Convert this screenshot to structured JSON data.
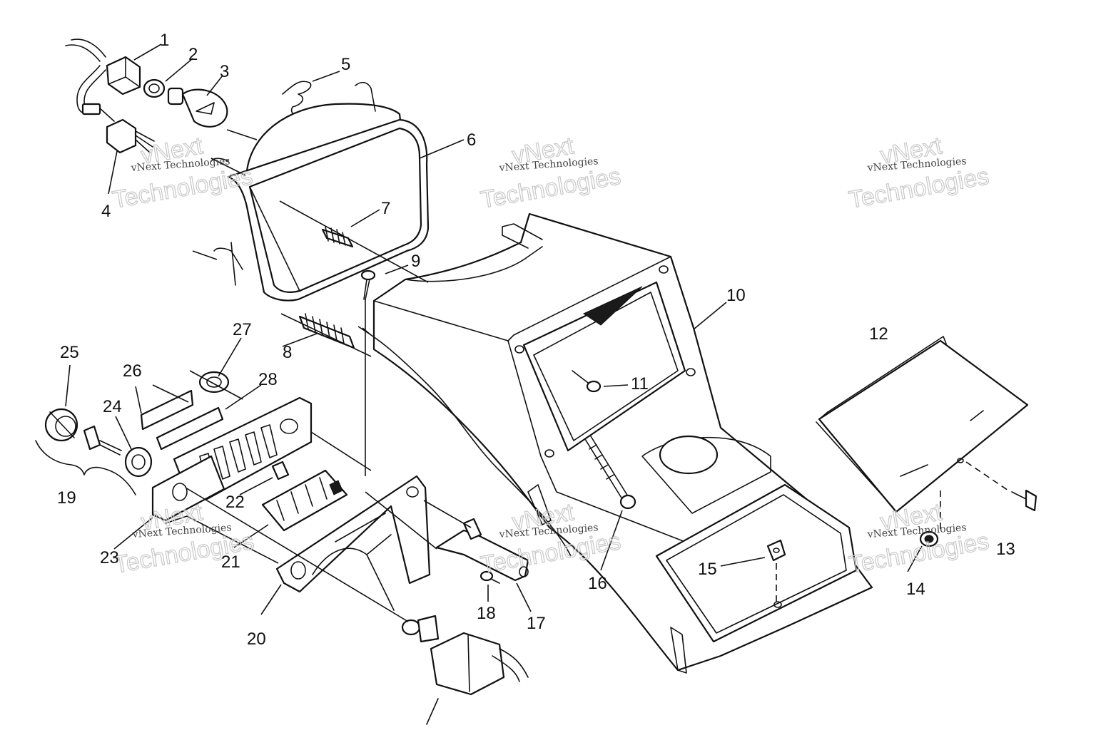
{
  "callouts": [
    "1",
    "2",
    "3",
    "4",
    "5",
    "6",
    "7",
    "8",
    "9",
    "10",
    "11",
    "12",
    "13",
    "14",
    "15",
    "16",
    "17",
    "18",
    "19",
    "20",
    "21",
    "22",
    "23",
    "24",
    "25",
    "26",
    "27",
    "28"
  ],
  "watermark": {
    "line1": "vNext",
    "line2": "vNext Technologies",
    "line3": "Technologies"
  }
}
